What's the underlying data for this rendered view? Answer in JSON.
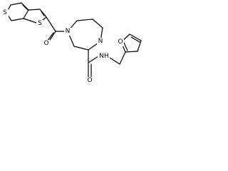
{
  "molecule": {
    "atoms": {
      "s1": "S",
      "s2": "S",
      "o_carbonyl_1": "O",
      "n_ring_1": "N",
      "n_ring_2": "N",
      "o_carbonyl_2": "O",
      "nh": "NH",
      "o_furan": "O"
    }
  }
}
